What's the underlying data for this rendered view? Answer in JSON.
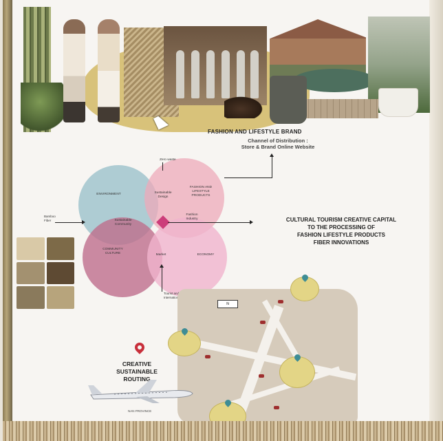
{
  "brand": {
    "title": "FASHION AND LIFESTYLE BRAND",
    "channel_line1": "Channel of Distribution :",
    "channel_line2": "Store & Brand Online Website"
  },
  "cultural": {
    "line1": "CULTURAL TOURISM CREATIVE CAPITAL",
    "line2": "TO THE PROCESSING OF",
    "line3": "FASHION LIFESTYLE PRODUCTS",
    "line4": "FIBER INNOVATIONS"
  },
  "venn": {
    "environment": "ENVIRONMENT",
    "fashion_line1": "FASHION AND",
    "fashion_line2": "LIFESTYLE",
    "fashion_line3": "PRODUCTS",
    "community_line1": "COMMUNITY",
    "community_line2": "CULTURE",
    "economy": "ECONOMY",
    "sustainable_design_line1": "Sustainable",
    "sustainable_design_line2": "Design",
    "sustainable_community_line1": "Sustainable",
    "sustainable_community_line2": "Community",
    "fashion_industry_line1": "Fashion",
    "fashion_industry_line2": "Industry",
    "market": "Market",
    "zero_waste": "Zero waste",
    "bamboo_fiber_line1": "Bamboo",
    "bamboo_fiber_line2": "Fiber",
    "tourist_line1": "Tourist and",
    "tourist_line2": "International Trade"
  },
  "routing": {
    "line1": "CREATIVE",
    "line2": "SUSTAINABLE",
    "line3": "ROUTING",
    "province": "NAN PROVINCE"
  },
  "colors": {
    "environment": "#96bec8",
    "fashion": "#eeaab9",
    "community": "#be6e8c",
    "economy": "#f0b4cd",
    "diamond": "#cc3d7a",
    "pin": "#c82f3b",
    "stop": "#e3d586"
  }
}
